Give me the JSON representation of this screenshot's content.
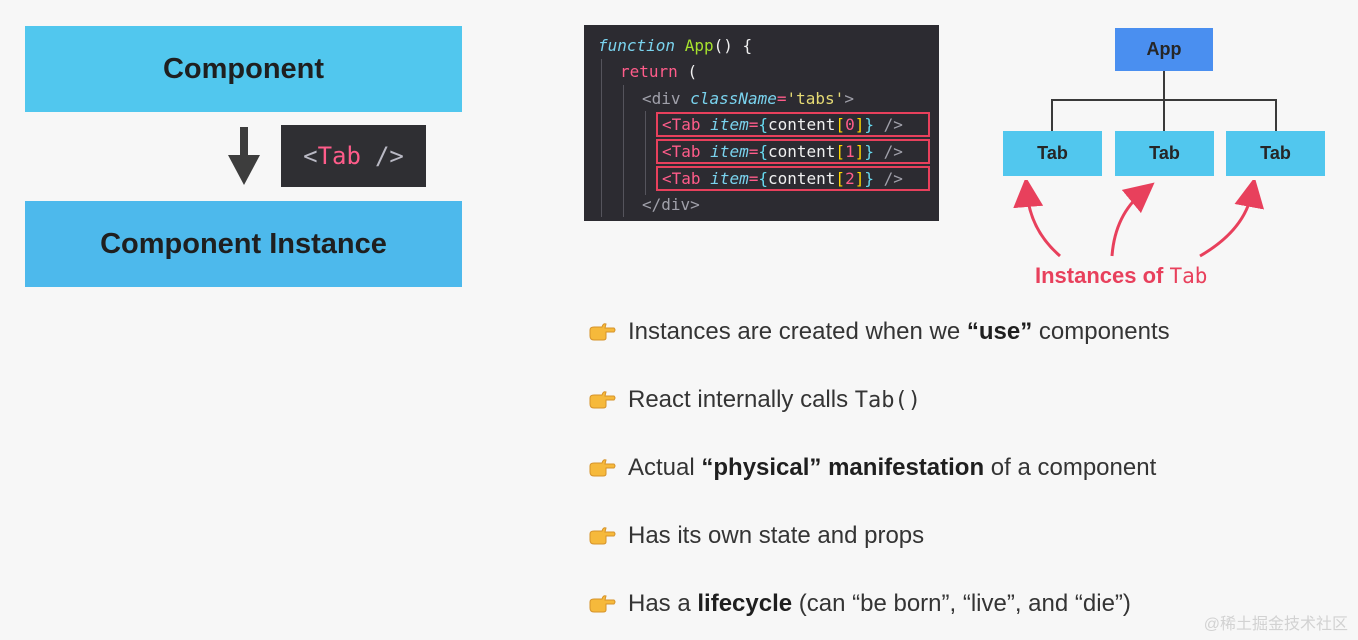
{
  "left": {
    "component_label": "Component",
    "instance_label": "Component Instance",
    "tab_tag": {
      "open": "<",
      "name": "Tab",
      "close": "/>"
    }
  },
  "code": {
    "line1": {
      "kw": "function",
      "fn": "App",
      "rest": "() {"
    },
    "line2": {
      "kw": "return",
      "rest": "("
    },
    "line3": {
      "open": "<div",
      "attr": "className",
      "eq": "=",
      "str": "'tabs'",
      "close": ">"
    },
    "tab_lines": [
      {
        "open": "<Tab",
        "attr": "item",
        "eq": "=",
        "brace_open": "{",
        "expr": "content",
        "idx_open": "[",
        "idx": "0",
        "idx_close": "]",
        "brace_close": "}",
        "close": "/>"
      },
      {
        "open": "<Tab",
        "attr": "item",
        "eq": "=",
        "brace_open": "{",
        "expr": "content",
        "idx_open": "[",
        "idx": "1",
        "idx_close": "]",
        "brace_close": "}",
        "close": "/>"
      },
      {
        "open": "<Tab",
        "attr": "item",
        "eq": "=",
        "brace_open": "{",
        "expr": "content",
        "idx_open": "[",
        "idx": "2",
        "idx_close": "]",
        "brace_close": "}",
        "close": "/>"
      }
    ],
    "line7": "</div>"
  },
  "tree": {
    "root": "App",
    "children": [
      "Tab",
      "Tab",
      "Tab"
    ],
    "instances_label": "Instances of",
    "instances_code": "Tab"
  },
  "bullets": {
    "b1": {
      "pre": "Instances are created when we ",
      "bold": "“use”",
      "post": " components"
    },
    "b2": {
      "pre": "React internally calls ",
      "code": "Tab()"
    },
    "b3": {
      "pre": "Actual ",
      "bold1": "“physical”",
      "mid": " ",
      "bold2": "manifestation",
      "post": " of a component"
    },
    "b4": {
      "text": "Has its own state and props"
    },
    "b5": {
      "pre": "Has a ",
      "bold": "lifecycle",
      "post": " (can “be born”, “live”, and “die”)"
    }
  },
  "watermark": "@稀土掘金技术社区",
  "colors": {
    "component_box": "#51c7ee",
    "instance_box": "#4db9ec",
    "app_node": "#4a8ff0",
    "tab_node": "#51c7ee",
    "accent_red": "#e8405c",
    "code_bg": "#2c2b31"
  }
}
